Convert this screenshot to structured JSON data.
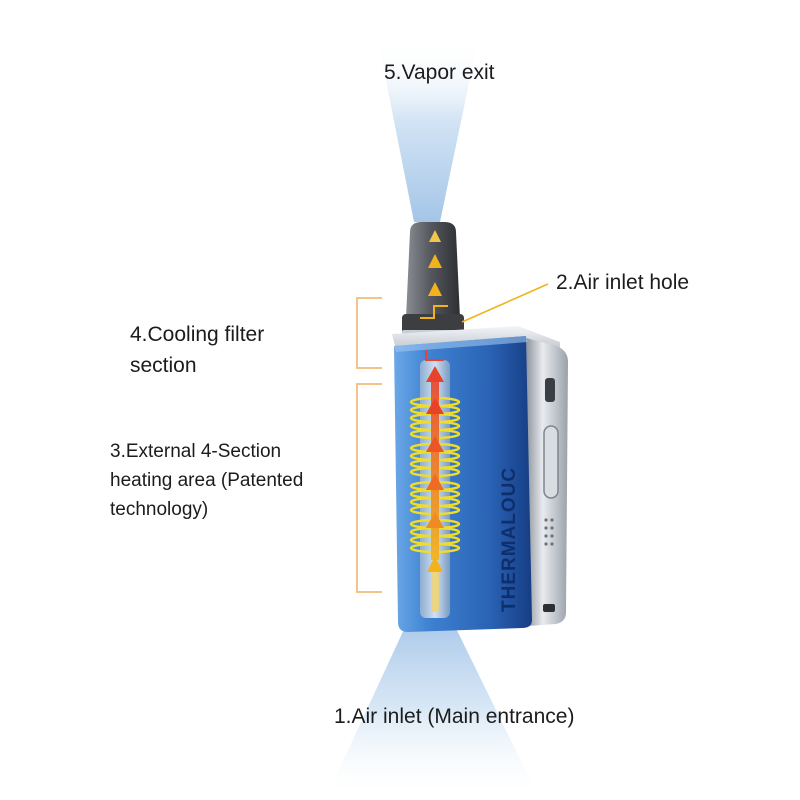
{
  "labels": {
    "vapor_exit": "5.Vapor exit",
    "air_inlet_hole": "2.Air inlet hole",
    "cooling_filter_line1": "4.Cooling  filter",
    "cooling_filter_line2": "section",
    "heating_line1": "3.External 4-Section",
    "heating_line2": "heating area (Patented",
    "heating_line3": "technology)",
    "air_inlet_main": "1.Air inlet (Main entrance)"
  },
  "device": {
    "brand": "THERMALOUC"
  },
  "colors": {
    "body_blue": "#2f6fc2",
    "body_dark": "#173f86",
    "chrome": "#c9ced6",
    "mouthpiece": "#5d5f64",
    "coil": "#f0dc2a",
    "arrow_hot": "#e8432a",
    "arrow_warm": "#f2b21c",
    "bracket": "#f2c38a",
    "vapor": "#bfd8ef"
  }
}
